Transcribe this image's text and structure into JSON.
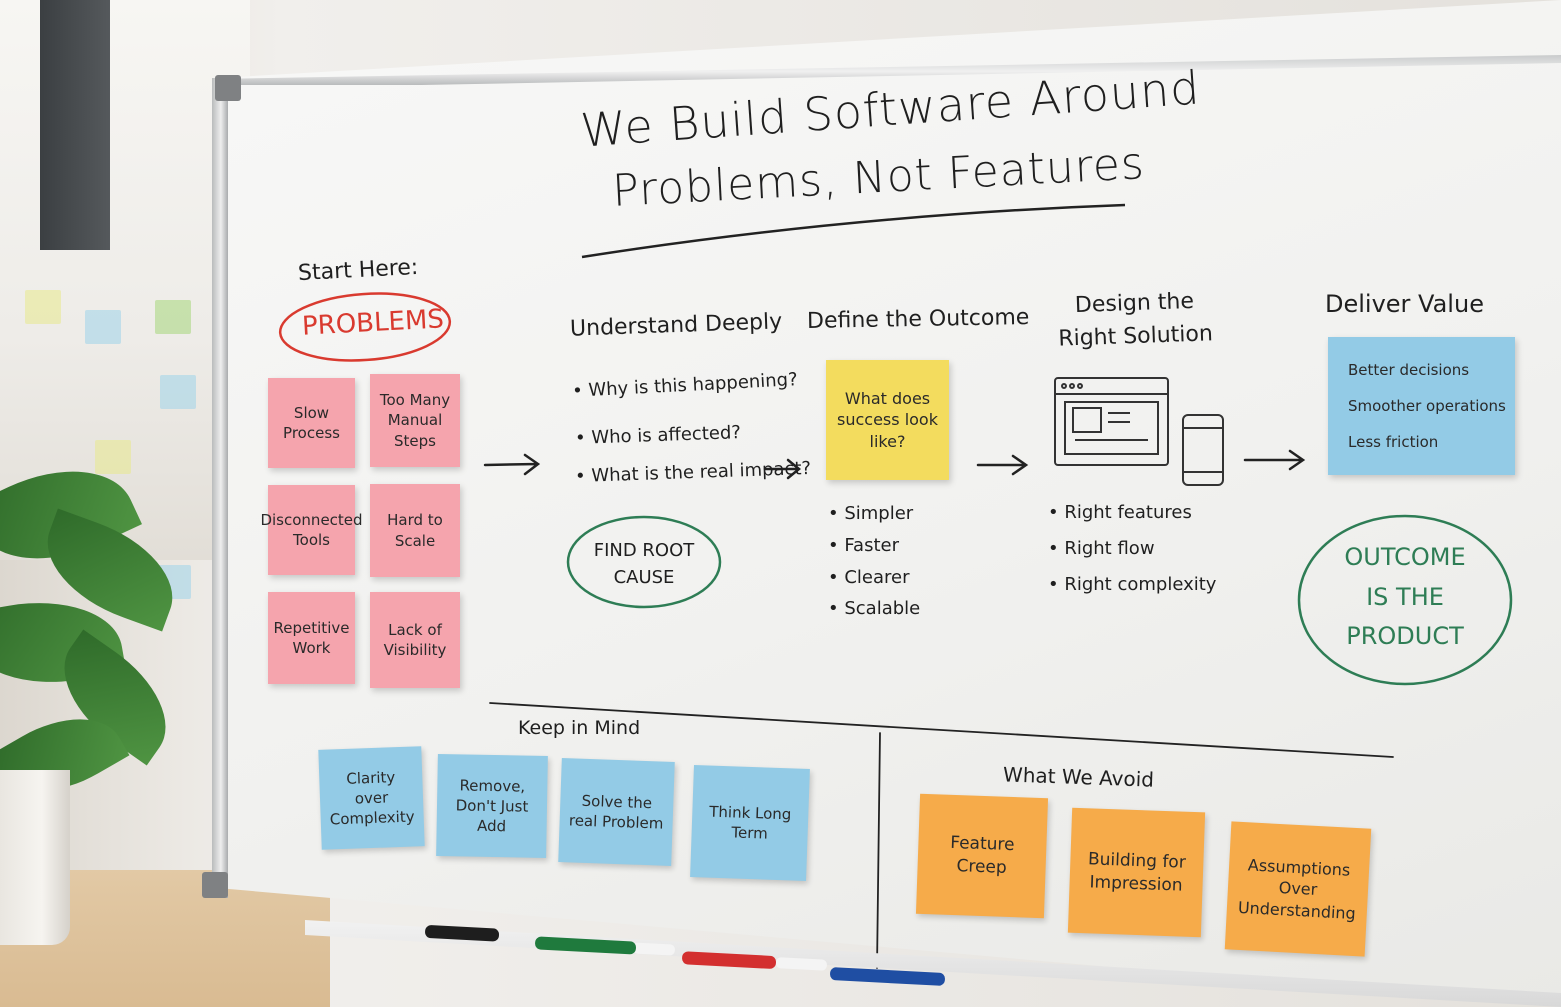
{
  "title": {
    "line1": "We Build Software Around",
    "line2": "Problems, Not Features"
  },
  "start": {
    "label": "Start Here:",
    "circle_text": "PROBLEMS",
    "notes": [
      "Slow Process",
      "Too Many Manual Steps",
      "Disconnected Tools",
      "Hard to Scale",
      "Repetitive Work",
      "Lack of Visibility"
    ]
  },
  "understand": {
    "heading": "Understand Deeply",
    "bullets": [
      "Why is this happening?",
      "Who is affected?",
      "What is the real impact?"
    ],
    "circle_text": "FIND ROOT CAUSE"
  },
  "outcome": {
    "heading": "Define the Outcome",
    "note": "What does success look like?",
    "bullets": [
      "Simpler",
      "Faster",
      "Clearer",
      "Scalable"
    ]
  },
  "design": {
    "heading": "Design the Right Solution",
    "bullets": [
      "Right features",
      "Right flow",
      "Right complexity"
    ]
  },
  "deliver": {
    "heading": "Deliver Value",
    "note_lines": [
      "Better decisions",
      "Smoother operations",
      "Less friction"
    ],
    "circle_text": "OUTCOME IS THE PRODUCT"
  },
  "keep_in_mind": {
    "heading": "Keep in Mind",
    "notes": [
      "Clarity over Complexity",
      "Remove, Don't Just Add",
      "Solve the real Problem",
      "Think Long Term"
    ]
  },
  "avoid": {
    "heading": "What We Avoid",
    "notes": [
      "Feature Creep",
      "Building for Impression",
      "Assumptions Over Understanding"
    ]
  },
  "colors": {
    "pink": "#f5a4ad",
    "yellow": "#f3dc5e",
    "blue": "#93cbe6",
    "orange": "#f6ab4a",
    "red_marker": "#d93a2f",
    "green_marker": "#2e7d55"
  }
}
